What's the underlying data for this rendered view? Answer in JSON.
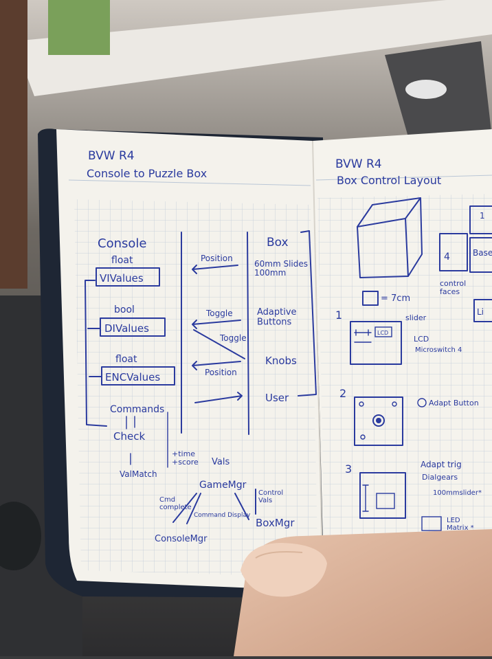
{
  "left_page": {
    "title": "BVW R4",
    "subtitle": "Console to Puzzle Box",
    "col_console": "Console",
    "float_1": "float",
    "vi_values": "VIValues",
    "bool": "bool",
    "di_values": "DIValues",
    "float_2": "float",
    "enc_values": "ENCValues",
    "commands": "Commands",
    "check": "Check",
    "val_match": "ValMatch",
    "time_score": "+time\n+score",
    "vals": "Vals",
    "game_mgr": "GameMgr",
    "cmd_complete": "Cmd\ncomplete",
    "command_display": "Command Display",
    "control_vals": "Control\nVals",
    "console_mgr": "ConsoleMgr",
    "box_mgr": "BoxMgr",
    "position_1": "Position",
    "toggle_1": "Toggle",
    "toggle_2": "Toggle",
    "position_2": "Position",
    "col_box": "Box",
    "slides": "60mm Slides\n100mm",
    "adaptive_buttons": "Adaptive\nButtons",
    "knobs": "Knobs",
    "user": "User"
  },
  "right_page": {
    "title": "BVW R4",
    "subtitle": "Box Control Layout",
    "cube_size": "= 7cm",
    "control_faces": "control\nfaces",
    "base": "Base",
    "face_num": "4",
    "top_num": "1",
    "item_1": "1",
    "slider": "slider",
    "lcd": "LCD",
    "lcd_label": "LCD",
    "microswitch": "Microswitch 4",
    "item_2": "2",
    "adapt_button": "Adapt Button",
    "item_3": "3",
    "adapt_trig": "Adapt trig",
    "dialgears": "Dialgears",
    "slider_100": "100mmslider*",
    "led_matrix": "LED\nMatrix *",
    "lid": "Li"
  }
}
